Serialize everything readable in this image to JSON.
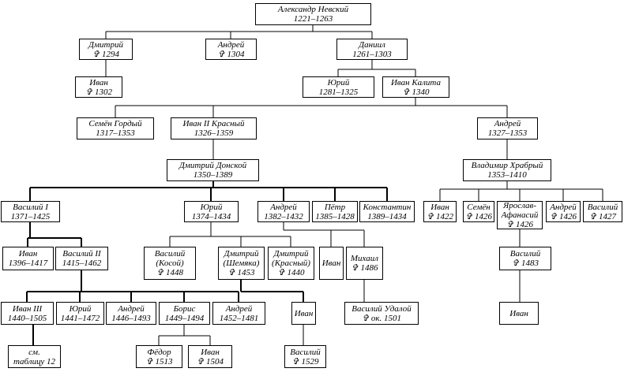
{
  "persons": {
    "aleksandr": [
      "Александр Невский",
      "1221–1263"
    ],
    "dmitriy1": [
      "Дмитрий",
      "✞ 1294"
    ],
    "andrey1": [
      "Андрей",
      "✞ 1304"
    ],
    "daniil": [
      "Даниил",
      "1261–1303"
    ],
    "ivan_d": [
      "Иван",
      "✞ 1302"
    ],
    "yuriy1": [
      "Юрий",
      "1281–1325"
    ],
    "ivan_kalita": [
      "Иван Калита",
      "✞ 1340"
    ],
    "semen_gordyi": [
      "Семён Гордый",
      "1317–1353"
    ],
    "ivan2": [
      "Иван II Красный",
      "1326–1359"
    ],
    "andrey2": [
      "Андрей",
      "1327–1353"
    ],
    "dmitriy_donskoy": [
      "Дмитрий Донской",
      "1350–1389"
    ],
    "vladimir_khrabryi": [
      "Владимир Храбрый",
      "1353–1410"
    ],
    "vasiliy1": [
      "Василий I",
      "1371–1425"
    ],
    "yuriy2": [
      "Юрий",
      "1374–1434"
    ],
    "andrey3": [
      "Андрей",
      "1382–1432"
    ],
    "petr": [
      "Пётр",
      "1385–1428"
    ],
    "konstantin": [
      "Константин",
      "1389–1434"
    ],
    "ivan_v1": [
      "Иван",
      "✞ 1422"
    ],
    "semen2": [
      "Семён",
      "✞ 1426"
    ],
    "yaroslav": [
      "Ярослав-",
      "Афанасий",
      "✞ 1426"
    ],
    "andrey_v2": [
      "Андрей",
      "✞ 1426"
    ],
    "vasiliy_v2": [
      "Василий",
      "✞ 1427"
    ],
    "ivan_1396": [
      "Иван",
      "1396–1417"
    ],
    "vasiliy2": [
      "Василий II",
      "1415–1462"
    ],
    "vasiliy_kosoy": [
      "Василий",
      "(Косой)",
      "✞ 1448"
    ],
    "dmitriy_shemyaka": [
      "Дмитрий",
      "(Шемяка)",
      "✞ 1453"
    ],
    "dmitriy_krasnyi": [
      "Дмитрий",
      "(Красный)",
      "✞ 1440"
    ],
    "ivan_a": [
      "Иван"
    ],
    "mikhail": [
      "Михаил",
      "✞ 1486"
    ],
    "vasiliy_yar": [
      "Василий",
      "✞ 1483"
    ],
    "ivan3": [
      "Иван III",
      "1440–1505"
    ],
    "yuriy3": [
      "Юрий",
      "1441–1472"
    ],
    "andrey4": [
      "Андрей",
      "1446–1493"
    ],
    "boris": [
      "Борис",
      "1449–1494"
    ],
    "andrey5": [
      "Андрей",
      "1452–1481"
    ],
    "ivan_sh": [
      "Иван"
    ],
    "vasiliy_udaloy": [
      "Василий Удалой",
      "✞ ок. 1501"
    ],
    "ivan_y": [
      "Иван"
    ],
    "see_table": [
      "см.",
      "таблицу 12"
    ],
    "fedor": [
      "Фёдор",
      "✞ 1513"
    ],
    "ivan_b": [
      "Иван",
      "✞ 1504"
    ],
    "vasiliy_1529": [
      "Василий",
      "✞ 1529"
    ]
  },
  "colors": {
    "line": "#000000",
    "box_border": "#000000",
    "background": "#ffffff"
  }
}
